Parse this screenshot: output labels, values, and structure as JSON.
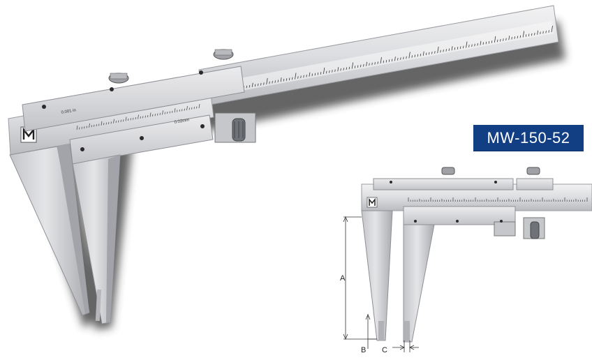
{
  "product": {
    "model": "MW-150-52",
    "badge_color": "#123f84",
    "resolution_label": "0.001 in",
    "resolution_label_metric": "0.02mm"
  },
  "dimensions": {
    "a_label": "A",
    "b_label": "B",
    "c_label": "C"
  },
  "colors": {
    "steel_light": "#e6e6e8",
    "steel_mid": "#c8c9cc",
    "steel_dark": "#8e9096",
    "shadow": "#3a3a3a",
    "scale_ink": "#333333"
  }
}
